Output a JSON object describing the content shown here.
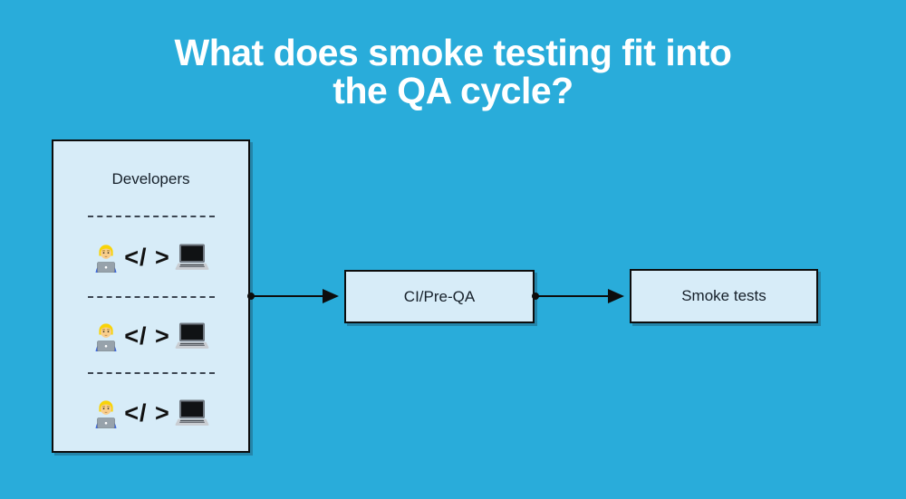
{
  "title": {
    "line1": "What does smoke testing fit into",
    "line2": "the QA cycle?"
  },
  "colors": {
    "background": "#29ACDA",
    "node_fill": "#D7ECF8",
    "node_border": "#0D0D0D",
    "arrow": "#0D0D0D",
    "title_text": "#FFFFFF",
    "node_text": "#16202A"
  },
  "developers": {
    "label": "Developers",
    "rows": [
      {
        "icons": [
          "technologist-emoji",
          "laptop-emoji"
        ],
        "code_text": "</ >"
      },
      {
        "icons": [
          "technologist-emoji",
          "laptop-emoji"
        ],
        "code_text": "</ >"
      },
      {
        "icons": [
          "technologist-emoji",
          "laptop-emoji"
        ],
        "code_text": "</ >"
      }
    ]
  },
  "nodes": [
    {
      "id": "ci-pre-qa",
      "label": "CI/Pre-QA"
    },
    {
      "id": "smoke-tests",
      "label": "Smoke tests"
    }
  ],
  "connectors": [
    {
      "from": "developers",
      "to": "ci-pre-qa"
    },
    {
      "from": "ci-pre-qa",
      "to": "smoke-tests"
    }
  ]
}
